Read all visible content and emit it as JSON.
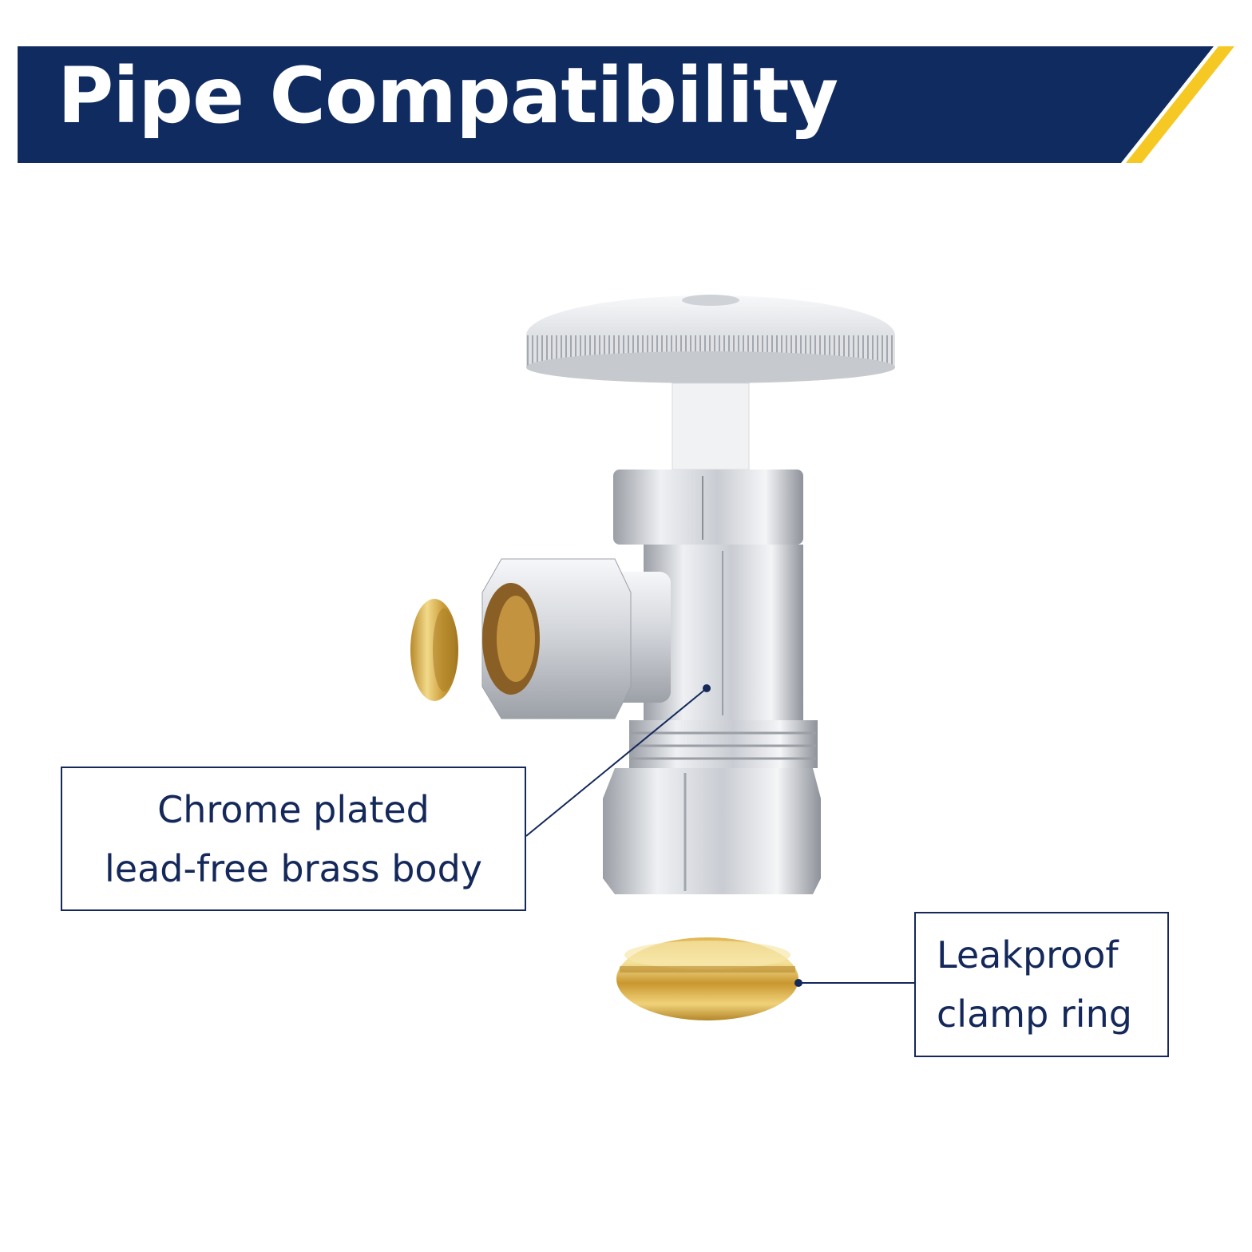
{
  "header": {
    "title": "Pipe Compatibility"
  },
  "colors": {
    "banner_navy": "#0f2b5f",
    "accent_yellow": "#f5c823",
    "label_navy": "#14285a",
    "chrome_light": "#e9eaee",
    "chrome_dark": "#8f939a",
    "brass_light": "#f1d98a",
    "brass_dark": "#b88a2a"
  },
  "callouts": {
    "body": {
      "line1": "Chrome plated",
      "line2": "lead-free brass body"
    },
    "ring": {
      "line1": "Leakproof",
      "line2": "clamp ring"
    }
  },
  "icons": {
    "valve": "angle-stop-valve-illustration",
    "small_ring": "brass-compression-ring",
    "large_ring": "brass-compression-ring"
  }
}
